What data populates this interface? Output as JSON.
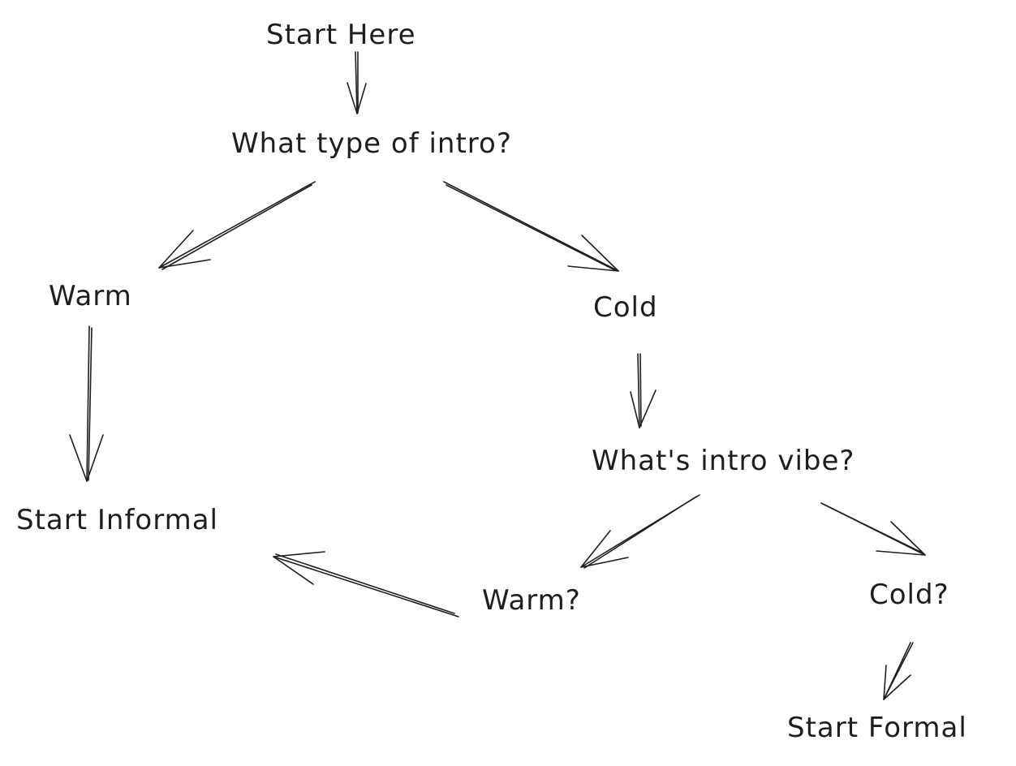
{
  "nodes": {
    "start_here": "Start Here",
    "what_type": "What type of intro?",
    "warm": "Warm",
    "cold": "Cold",
    "start_informal": "Start Informal",
    "whats_vibe": "What's intro vibe?",
    "warm_q": "Warm?",
    "cold_q": "Cold?",
    "start_formal": "Start Formal"
  },
  "colors": {
    "ink": "#1e1e1e",
    "background": "#ffffff"
  }
}
